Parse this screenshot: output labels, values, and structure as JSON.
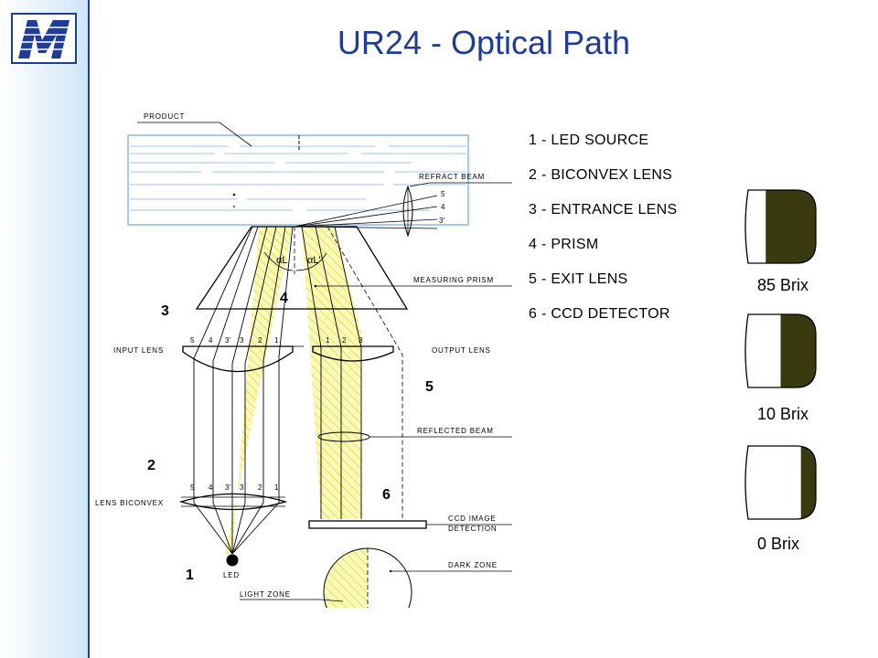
{
  "title": "UR24 - Optical Path",
  "brand_color": "#1f3c96",
  "legend": [
    "1 - LED SOURCE",
    "2 - BICONVEX LENS",
    "3 - ENTRANCE LENS",
    "4 - PRISM",
    "5 - EXIT LENS",
    "6 - CCD DETECTOR"
  ],
  "diagram": {
    "labels": {
      "product": "PRODUCT",
      "refract_beam": "REFRACT BEAM",
      "measuring_prism": "MEASURING PRISM",
      "input_lens": "INPUT LENS",
      "output_lens": "OUTPUT LENS",
      "reflected_beam": "REFLECTED BEAM",
      "lens_biconvex": "LENS BICONVEX",
      "ccd_line1": "CCD IMAGE",
      "ccd_line2": "DETECTION",
      "dark_zone": "DARK ZONE",
      "light_zone": "LIGHT ZONE",
      "led": "LED",
      "alpha_l": "αL",
      "alpha_l_prime": "αL'"
    },
    "callouts": {
      "c1": "1",
      "c2": "2",
      "c3": "3",
      "c4": "4",
      "c5": "5",
      "c6": "6"
    },
    "ray_numbers": {
      "r5": "5",
      "r4": "4",
      "r3p": "3'",
      "r3": "3",
      "r2": "2",
      "r1": "1"
    },
    "output_ray_numbers": {
      "o1": "1",
      "o2": "2",
      "o3": "3"
    },
    "fill_color": "#fafab4",
    "hatch_color": "#d4c84a"
  },
  "brix": [
    {
      "label": "85 Brix",
      "dark_fraction": 0.74
    },
    {
      "label": "10 Brix",
      "dark_fraction": 0.52
    },
    {
      "label": "0 Brix",
      "dark_fraction": 0.22
    }
  ],
  "dark_color": "#3a3a10"
}
